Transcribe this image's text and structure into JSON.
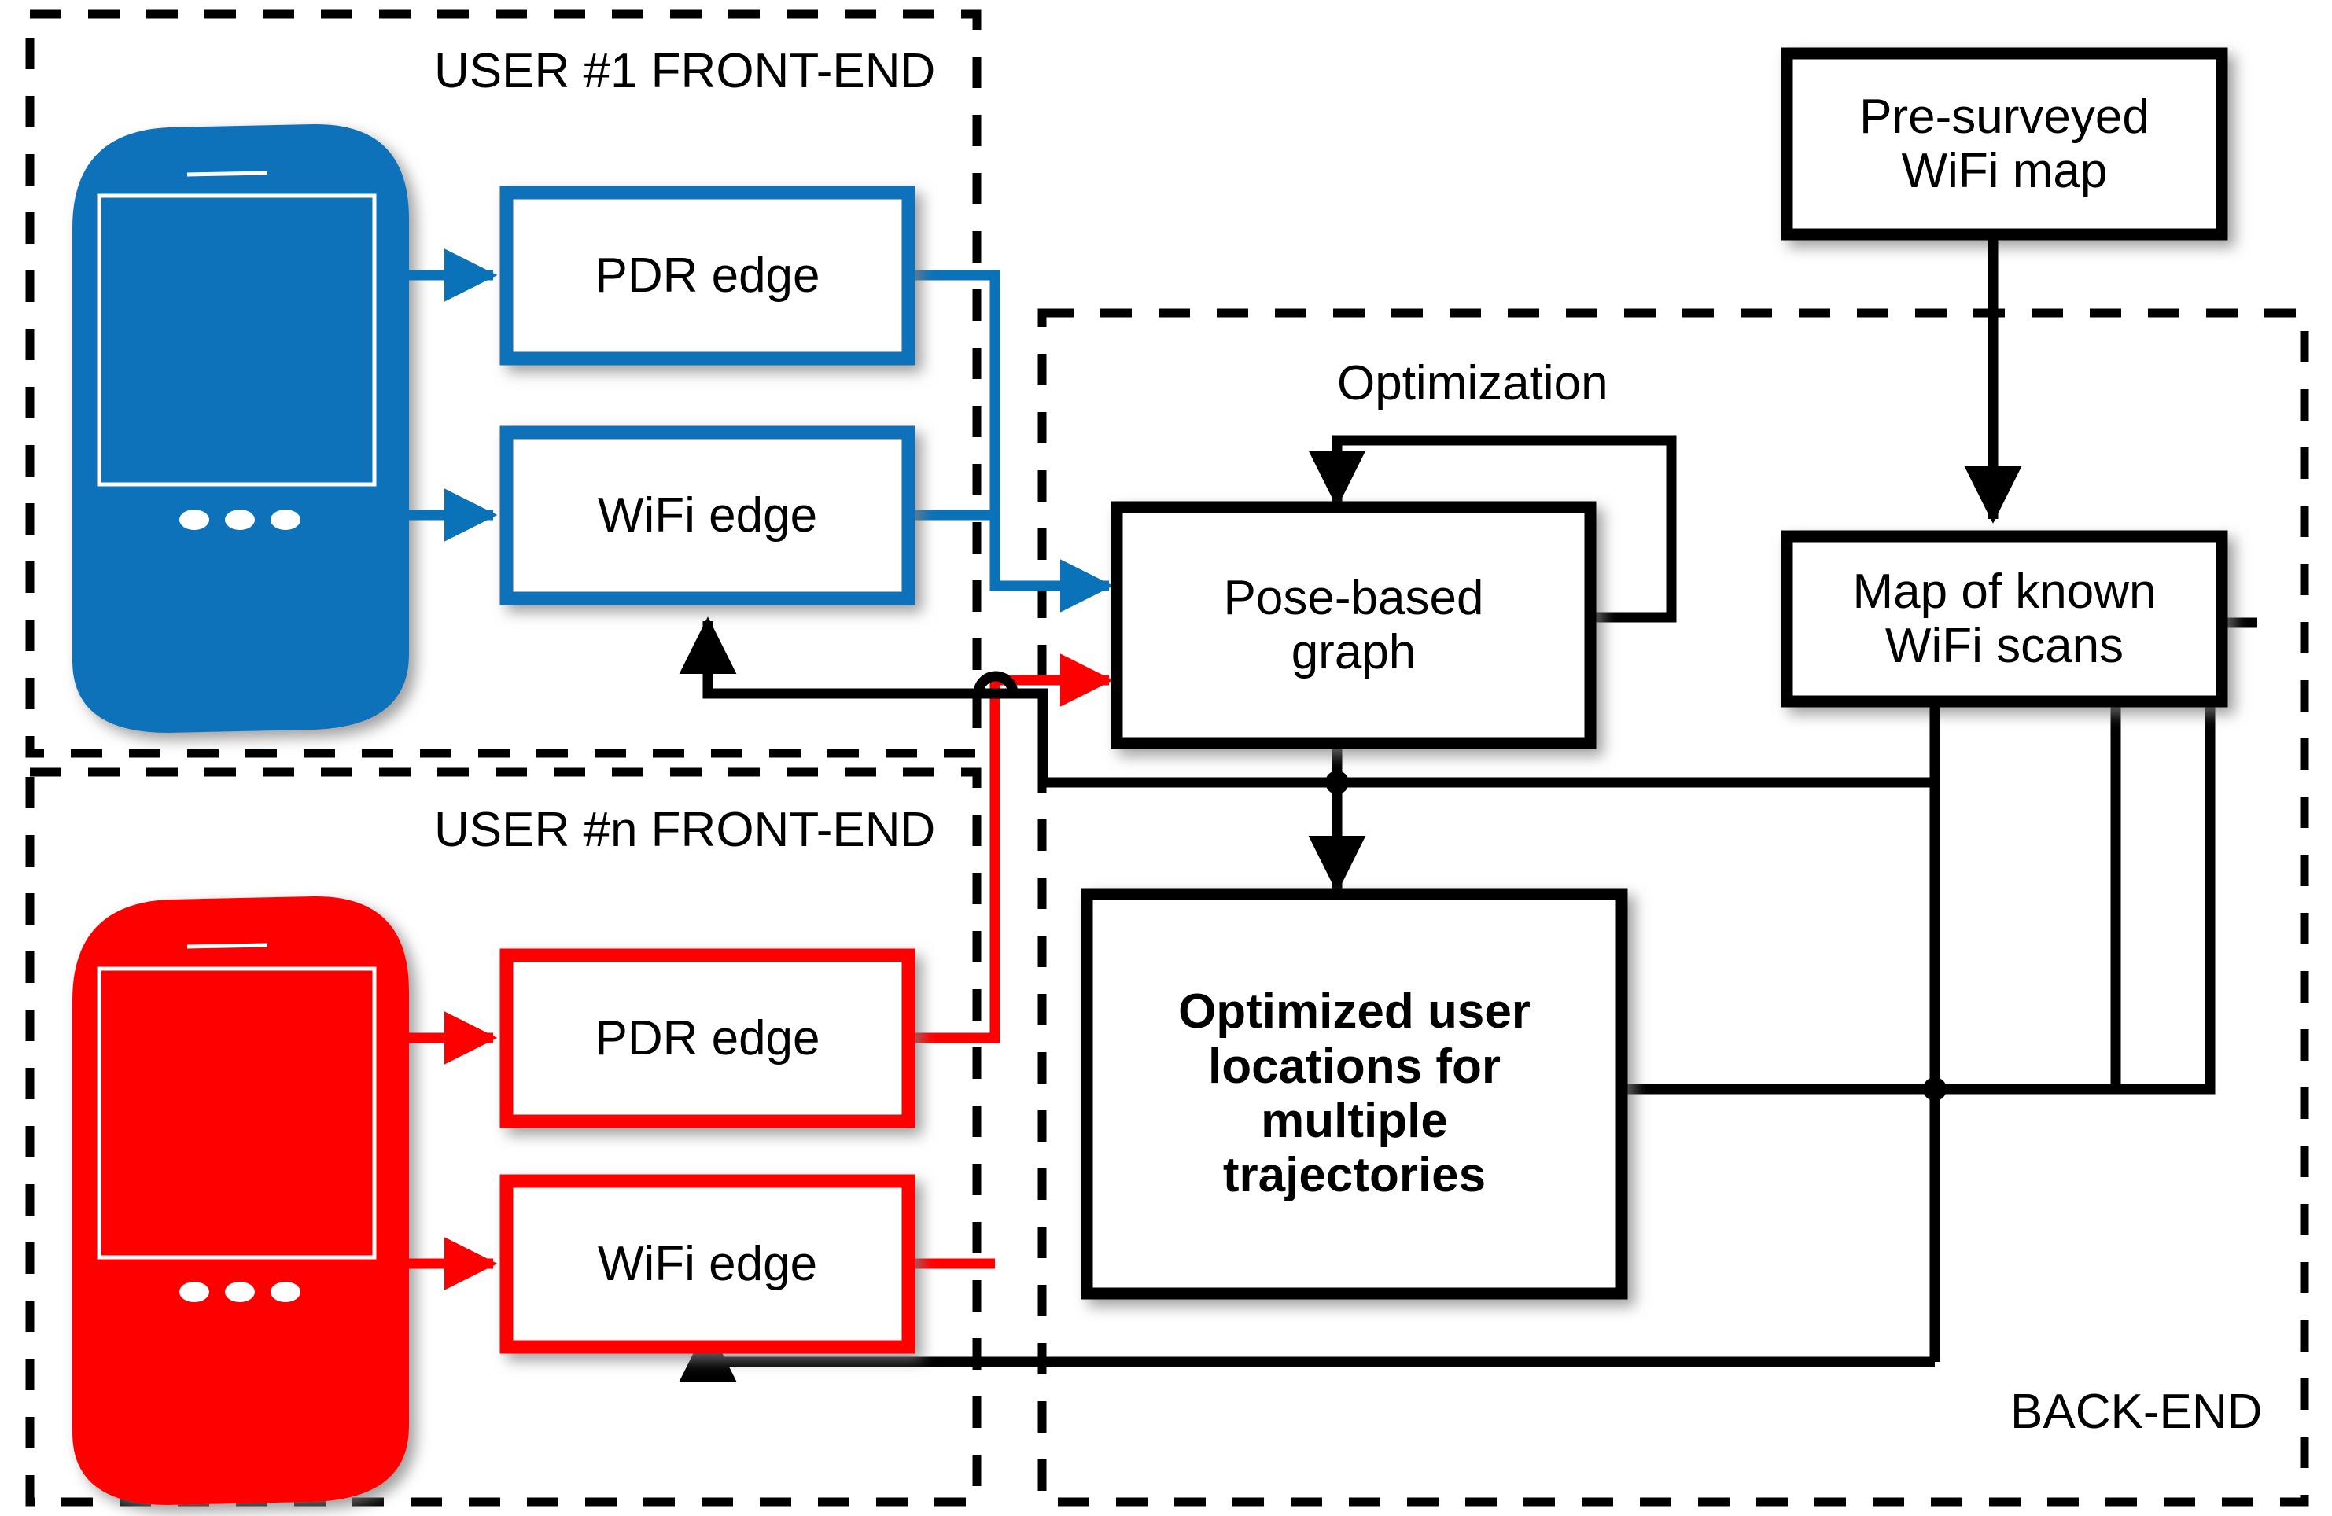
{
  "diagram": {
    "title_hidden": "Collaborative WiFi/PDR indoor positioning architecture",
    "colors": {
      "user1_accent": "#0A72B9",
      "usern_accent": "#FF0000",
      "line": "#000000",
      "background": "#FFFFFF",
      "device_screen_outline": "#FFFFFF"
    },
    "zones": [
      {
        "id": "user1",
        "label": "USER #1 FRONT-END",
        "style": "dashed"
      },
      {
        "id": "usern",
        "label": "USER #n FRONT-END",
        "style": "dashed"
      },
      {
        "id": "backend",
        "label": "BACK-END",
        "style": "dashed"
      }
    ],
    "devices": [
      {
        "id": "phone-user1",
        "color": "#0A72B9",
        "buttons": 3
      },
      {
        "id": "phone-usern",
        "color": "#FF0000",
        "buttons": 3
      }
    ],
    "boxes": [
      {
        "id": "pdr-edge-1",
        "label": "PDR edge",
        "accent": "#0A72B9",
        "bold": false,
        "font_size": 62
      },
      {
        "id": "wifi-edge-1",
        "label": "WiFi edge",
        "accent": "#0A72B9",
        "bold": false,
        "font_size": 62
      },
      {
        "id": "pdr-edge-n",
        "label": "PDR edge",
        "accent": "#FF0000",
        "bold": false,
        "font_size": 62
      },
      {
        "id": "wifi-edge-n",
        "label": "WiFi edge",
        "accent": "#FF0000",
        "bold": false,
        "font_size": 62
      },
      {
        "id": "pose-graph",
        "label": "Pose-based\ngraph",
        "accent": "#000000",
        "bold": false,
        "font_size": 62
      },
      {
        "id": "optimized-locations",
        "label": "Optimized user\nlocations for\nmultiple\ntrajectories",
        "accent": "#000000",
        "bold": true,
        "font_size": 62
      },
      {
        "id": "presurveyed-wifi-map",
        "label": "Pre-surveyed\nWiFi map",
        "accent": "#000000",
        "bold": false,
        "font_size": 62
      },
      {
        "id": "map-known-wifi-scans",
        "label": "Map of known\nWiFi scans",
        "accent": "#000000",
        "bold": false,
        "font_size": 62
      }
    ],
    "annotations": [
      {
        "id": "optimization-loop-label",
        "label": "Optimization",
        "font_size": 62
      }
    ],
    "flows": [
      {
        "from": "phone-user1",
        "to": "pdr-edge-1",
        "color": "#0A72B9"
      },
      {
        "from": "phone-user1",
        "to": "wifi-edge-1",
        "color": "#0A72B9"
      },
      {
        "from": "pdr-edge-1",
        "to": "pose-graph",
        "color": "#0A72B9"
      },
      {
        "from": "wifi-edge-1",
        "to": "pose-graph",
        "color": "#0A72B9"
      },
      {
        "from": "phone-usern",
        "to": "pdr-edge-n",
        "color": "#FF0000"
      },
      {
        "from": "phone-usern",
        "to": "wifi-edge-n",
        "color": "#FF0000"
      },
      {
        "from": "pdr-edge-n",
        "to": "pose-graph",
        "color": "#FF0000"
      },
      {
        "from": "wifi-edge-n",
        "to": "pose-graph",
        "color": "#FF0000"
      },
      {
        "from": "pose-graph",
        "to": "pose-graph",
        "color": "#000000",
        "label": "Optimization"
      },
      {
        "from": "pose-graph",
        "to": "optimized-locations",
        "color": "#000000"
      },
      {
        "from": "presurveyed-wifi-map",
        "to": "map-known-wifi-scans",
        "color": "#000000"
      },
      {
        "from": "optimized-locations",
        "to": "map-known-wifi-scans",
        "color": "#000000"
      },
      {
        "from": "map-known-wifi-scans",
        "to": "wifi-edge-1",
        "color": "#000000"
      },
      {
        "from": "optimized-locations",
        "to": "wifi-edge-n",
        "color": "#000000"
      }
    ]
  }
}
